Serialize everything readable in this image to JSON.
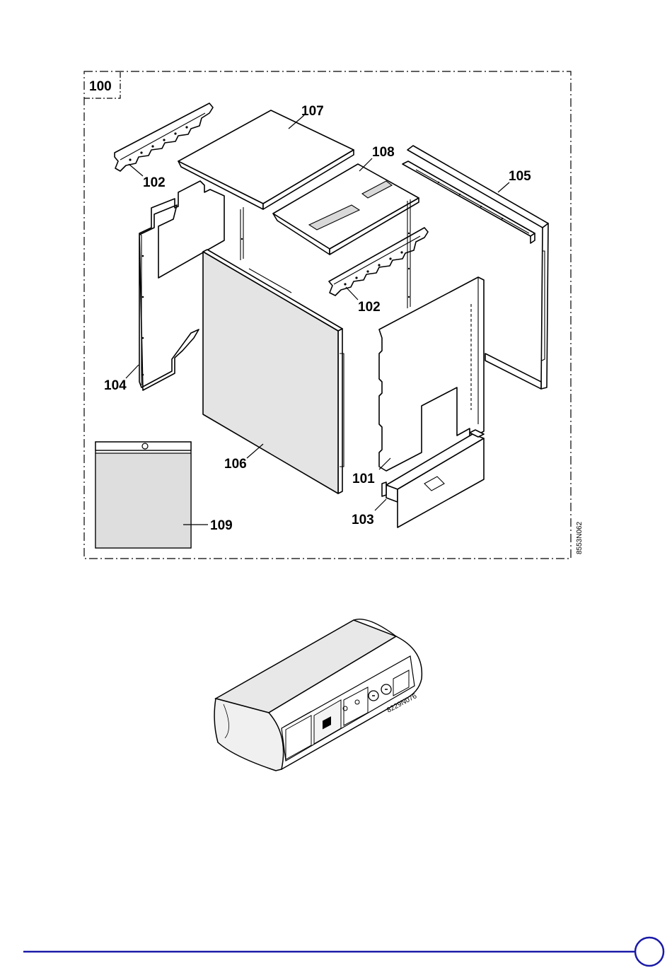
{
  "assembly": {
    "main_label": "100",
    "drawing_code": "8553N062",
    "parts": {
      "p101": "101",
      "p102a": "102",
      "p102b": "102",
      "p103": "103",
      "p104": "104",
      "p105": "105",
      "p106": "106",
      "p107": "107",
      "p108": "108",
      "p109": "109"
    }
  },
  "unit_illustration": {
    "drawing_code": "8229N076"
  },
  "footer": {
    "line_color": "#1a1aa8",
    "page_circle_label": ""
  }
}
